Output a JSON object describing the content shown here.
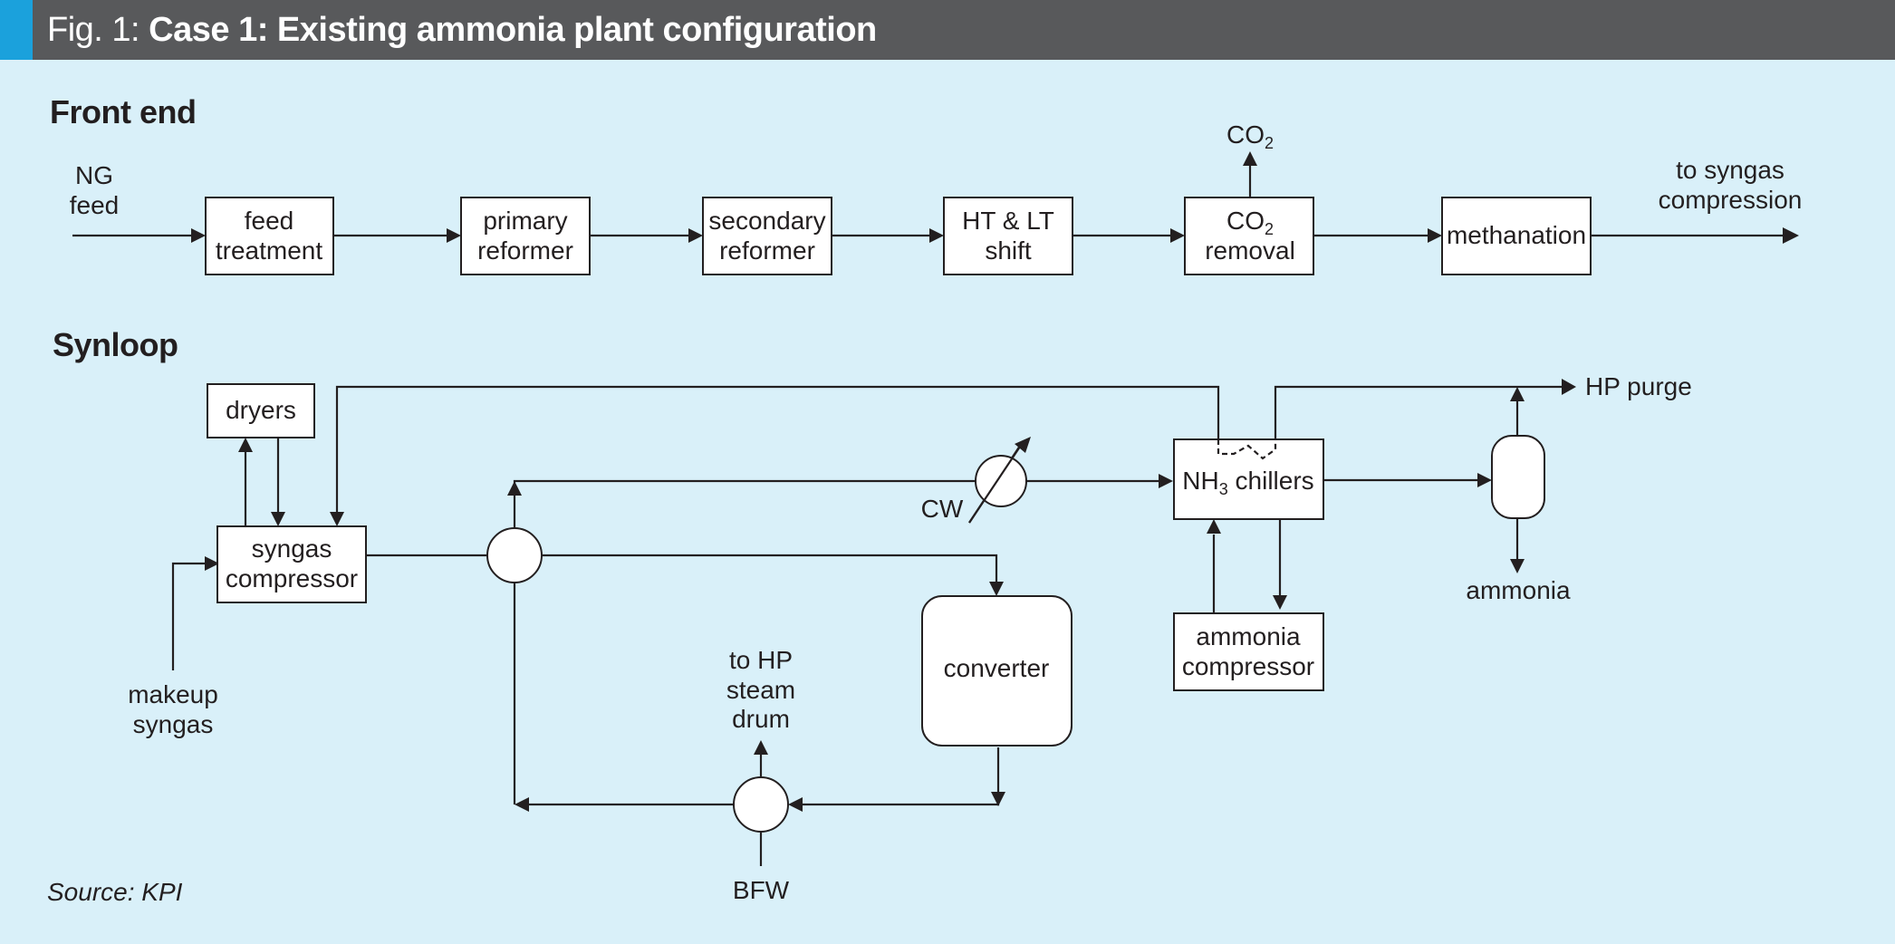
{
  "title": {
    "prefix": "Fig. 1:",
    "main": "Case 1: Existing ammonia plant configuration"
  },
  "sections": {
    "front_end": "Front end",
    "synloop": "Synloop"
  },
  "front_end": {
    "ng_feed": [
      "NG",
      "feed"
    ],
    "feed_treatment": [
      "feed",
      "treatment"
    ],
    "primary_reformer": [
      "primary",
      "reformer"
    ],
    "secondary_reformer": [
      "secondary",
      "reformer"
    ],
    "ht_lt_shift": [
      "HT & LT",
      "shift"
    ],
    "co2_removal": {
      "co": "CO",
      "sub": "2",
      "line2": "removal"
    },
    "co2_out": {
      "co": "CO",
      "sub": "2"
    },
    "methanation": "methanation",
    "to_syngas": [
      "to syngas",
      "compression"
    ]
  },
  "synloop": {
    "dryers": "dryers",
    "syngas_compressor": [
      "syngas",
      "compressor"
    ],
    "makeup_syngas": [
      "makeup",
      "syngas"
    ],
    "cw": "CW",
    "nh3_chillers": {
      "nh": "NH",
      "sub": "3",
      "rest": " chillers"
    },
    "hp_purge": "HP purge",
    "ammonia": "ammonia",
    "ammonia_compressor": [
      "ammonia",
      "compressor"
    ],
    "converter": "converter",
    "to_hp_steam_drum": [
      "to HP",
      "steam",
      "drum"
    ],
    "bfw": "BFW"
  },
  "source": "Source: KPI",
  "colors": {
    "background": "#d9f0f9",
    "title_bar": "#58595b",
    "accent": "#1ba1dc",
    "line": "#231f20"
  }
}
